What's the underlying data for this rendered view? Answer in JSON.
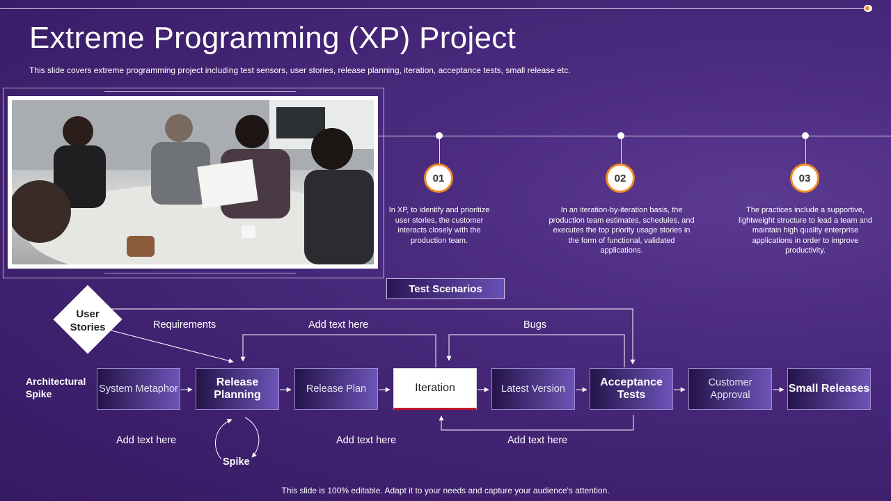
{
  "header": {
    "title": "Extreme Programming (XP) Project",
    "subtitle": "This slide covers extreme programming project including test sensors, user stories, release planning, iteration, acceptance tests, small release etc."
  },
  "timeline": {
    "items": [
      {
        "number": "01",
        "text": "In XP, to identify and prioritize user stories, the customer interacts closely with the production team."
      },
      {
        "number": "02",
        "text": "In an iteration-by-iteration basis, the production team estimates, schedules, and executes the top priority usage stories in the form of functional, validated applications."
      },
      {
        "number": "03",
        "text": "The practices include a supportive, lightweight structure to lead a team and maintain high quality enterprise applications in order to improve productivity."
      }
    ],
    "accent_color": "#f08a24"
  },
  "flow": {
    "test_scenarios": "Test Scenarios",
    "user_stories": "User Stories",
    "architectural_spike": "Architectural Spike",
    "boxes": [
      {
        "label": "System Metaphor",
        "bold": false
      },
      {
        "label": "Release Planning",
        "bold": true
      },
      {
        "label": "Release Plan",
        "bold": false
      },
      {
        "label": "Iteration",
        "bold": false
      },
      {
        "label": "Latest Version",
        "bold": false
      },
      {
        "label": "Acceptance Tests",
        "bold": true
      },
      {
        "label": "Customer Approval",
        "bold": false
      },
      {
        "label": "Small Releases",
        "bold": true
      }
    ],
    "labels": {
      "requirements": "Requirements",
      "add_text_top": "Add text here",
      "bugs": "Bugs",
      "add_text_bottom_left": "Add text here",
      "spike": "Spike",
      "add_text_bottom_mid": "Add text here",
      "add_text_bottom_right": "Add text here"
    }
  },
  "footer": "This slide is 100% editable. Adapt it to your needs and capture your audience's attention."
}
